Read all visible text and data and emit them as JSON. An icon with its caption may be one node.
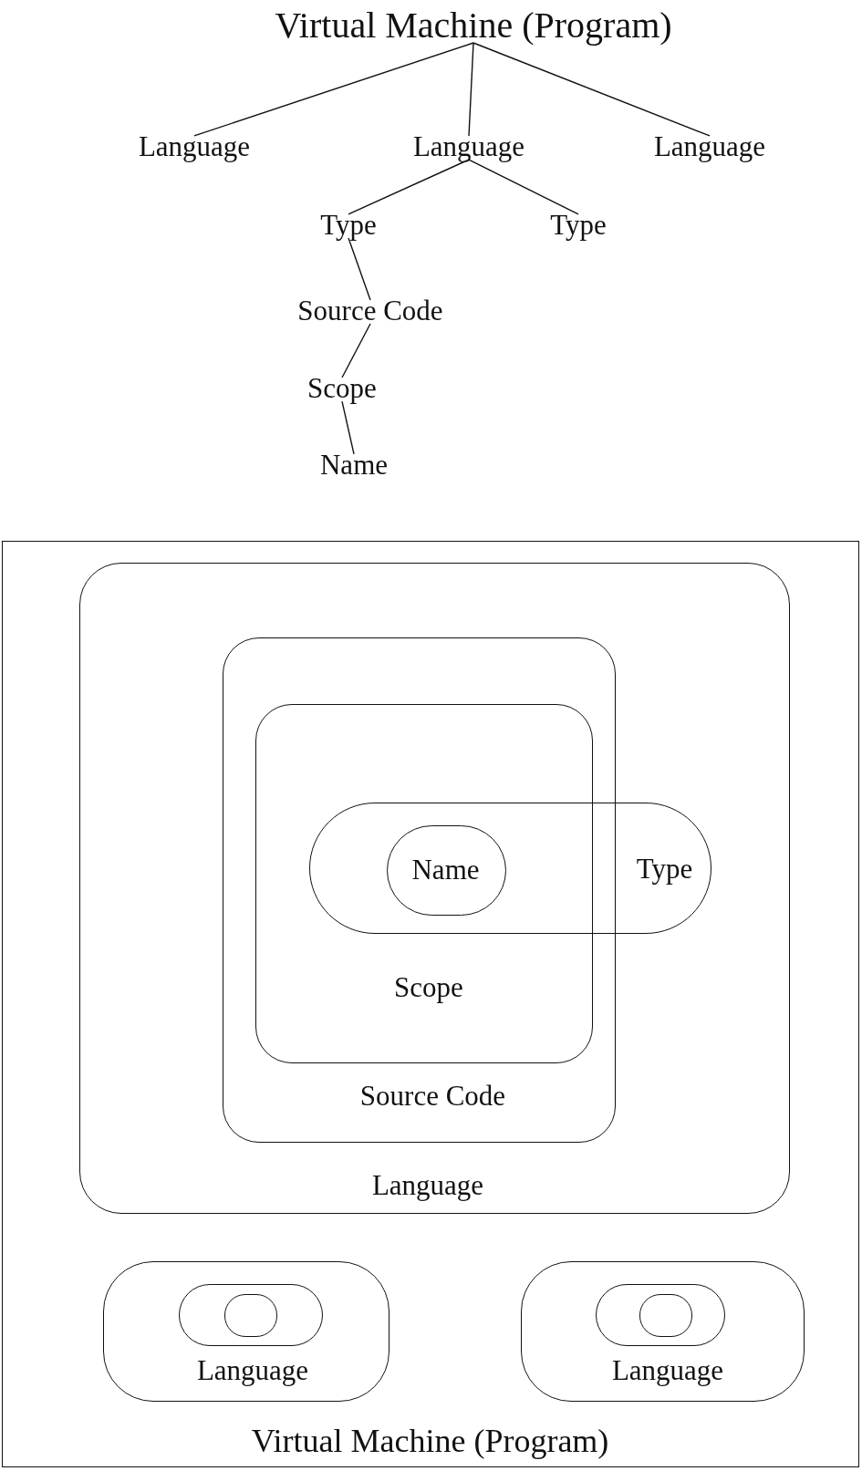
{
  "diagram": {
    "nodes": [
      {
        "text": [
          "Virtual Machine (Program)"
        ]
      },
      {
        "text": [
          "Language"
        ]
      },
      {
        "text": [
          "Language"
        ]
      },
      {
        "text": [
          "Language"
        ]
      },
      {
        "text": [
          "Type"
        ]
      },
      {
        "text": [
          "Type"
        ]
      },
      {
        "text": [
          "Source Code"
        ]
      },
      {
        "text": [
          "Scope"
        ]
      },
      {
        "text": [
          "Name"
        ]
      },
      {
        "text": [
          "Virtual Machine (Program)"
        ]
      },
      {
        "text": [
          "Language"
        ],
        "in": 9
      },
      {
        "text": [
          "Source Code"
        ],
        "in": 10
      },
      {
        "text": [
          "Scope"
        ],
        "in": 11
      },
      {
        "text": [
          "Type"
        ],
        "in": 10
      },
      {
        "text": [
          "Name"
        ]
      },
      {
        "text": [
          "Language"
        ],
        "in": 9
      },
      {
        "text": [],
        "shape": "box",
        "in": 15
      },
      {
        "text": [],
        "shape": "box",
        "in": 16
      },
      {
        "text": [
          "Language"
        ],
        "in": 9
      },
      {
        "text": [],
        "shape": "box",
        "in": 18
      },
      {
        "text": [],
        "shape": "box",
        "in": 19
      }
    ],
    "edges": [
      {
        "from": 0,
        "to": 1,
        "arrow": "none"
      },
      {
        "from": 0,
        "to": 2,
        "arrow": "none"
      },
      {
        "from": 0,
        "to": 3,
        "arrow": "none"
      },
      {
        "from": 2,
        "to": 4,
        "arrow": "none"
      },
      {
        "from": 2,
        "to": 5,
        "arrow": "none"
      },
      {
        "from": 4,
        "to": 6,
        "arrow": "none"
      },
      {
        "from": 6,
        "to": 7,
        "arrow": "none"
      },
      {
        "from": 7,
        "to": 8,
        "arrow": "none"
      }
    ]
  }
}
